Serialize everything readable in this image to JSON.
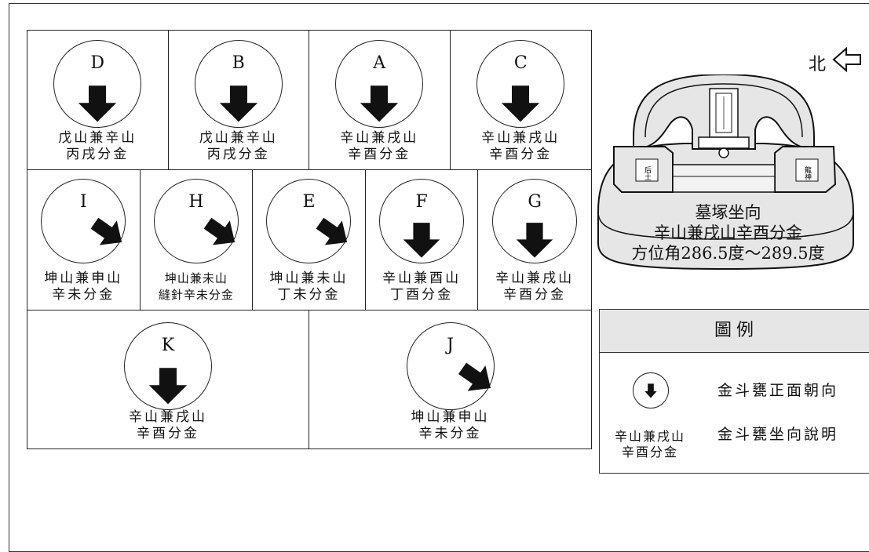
{
  "cells_row1": [
    {
      "letter": "D",
      "l1": "戊山兼辛山",
      "l2": "丙戌分金",
      "arrow": "down"
    },
    {
      "letter": "B",
      "l1": "戊山兼辛山",
      "l2": "丙戌分金",
      "arrow": "down"
    },
    {
      "letter": "A",
      "l1": "辛山兼戌山",
      "l2": "辛酉分金",
      "arrow": "down"
    },
    {
      "letter": "C",
      "l1": "辛山兼戌山",
      "l2": "辛酉分金",
      "arrow": "down"
    }
  ],
  "cells_row2": [
    {
      "letter": "I",
      "l1": "坤山兼申山",
      "l2": "辛未分金",
      "arrow": "down-right"
    },
    {
      "letter": "H",
      "l1": "坤山兼未山",
      "l2": "縫針辛未分金",
      "arrow": "down-right"
    },
    {
      "letter": "E",
      "l1": "坤山兼未山",
      "l2": "丁未分金",
      "arrow": "down-right"
    },
    {
      "letter": "F",
      "l1": "辛山兼酉山",
      "l2": "丁酉分金",
      "arrow": "down"
    },
    {
      "letter": "G",
      "l1": "辛山兼戌山",
      "l2": "辛酉分金",
      "arrow": "down"
    }
  ],
  "cells_row3": [
    {
      "letter": "K",
      "l1": "辛山兼戌山",
      "l2": "辛酉分金",
      "arrow": "down"
    },
    {
      "letter": "J",
      "l1": "坤山兼申山",
      "l2": "辛未分金",
      "arrow": "down-right"
    }
  ],
  "north_label": "北",
  "tomb": {
    "left_plaque": "后土",
    "right_plaque": "龍神",
    "title_l1": "墓塚坐向",
    "title_l2": "辛山兼戌山辛酉分金",
    "title_l3": "方位角286.5度～289.5度"
  },
  "legend": {
    "heading": "圖例",
    "caption_l1": "辛山兼戌山",
    "caption_l2": "辛酉分金",
    "text_facing": "金斗甕正面朝向",
    "text_sitting": "金斗甕坐向說明"
  }
}
